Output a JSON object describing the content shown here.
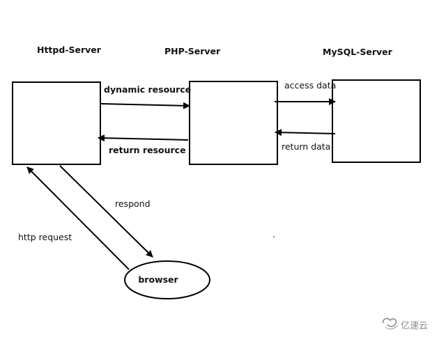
{
  "diagram": {
    "servers": {
      "httpd": "Httpd-Server",
      "php": "PHP-Server",
      "mysql": "MySQL-Server"
    },
    "client": "browser",
    "edges": {
      "dynamic_resource": "dynamic resource",
      "return_resource": "return resource",
      "access_data": "access data",
      "return_data": "return data",
      "respond": "respond",
      "http_request": "http request"
    }
  },
  "watermark": {
    "text": "亿速云",
    "icon": "yisu-cloud-logo-icon"
  },
  "colors": {
    "line": "#000000",
    "text": "#111111",
    "watermark": "#8a8a8a"
  }
}
